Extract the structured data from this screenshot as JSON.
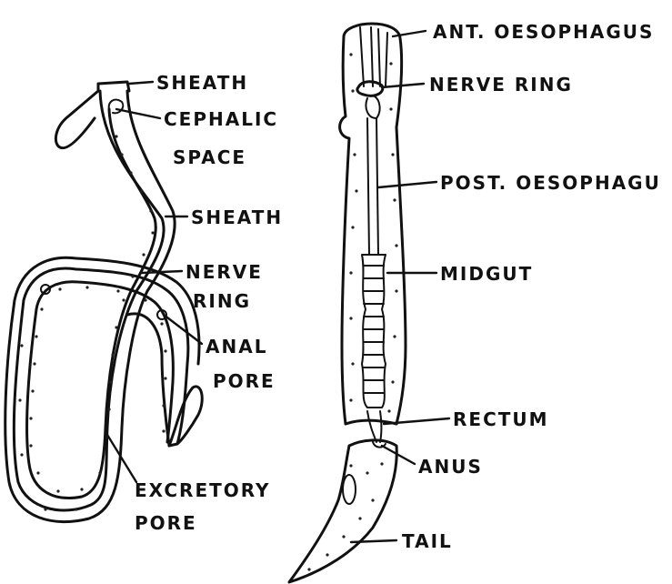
{
  "left_figure": {
    "labels": {
      "sheath_top": "SHEATH",
      "cephalic": "CEPHALIC",
      "space": "SPACE",
      "sheath_mid": "SHEATH",
      "nerve": "NERVE",
      "ring": "RING",
      "anal": "ANAL",
      "pore": "PORE",
      "excretory": "EXCRETORY",
      "excretory_pore": "PORE"
    }
  },
  "right_figure": {
    "labels": {
      "ant_oesophagus": "ANT. OESOPHAGUS",
      "nerve_ring": "NERVE RING",
      "post_oesophagus": "POST. OESOPHAGU",
      "midgut": "MIDGUT",
      "rectum": "RECTUM",
      "anus": "ANUS",
      "tail": "TAIL"
    }
  },
  "colors": {
    "ink": "#111111",
    "background": "#ffffff"
  }
}
